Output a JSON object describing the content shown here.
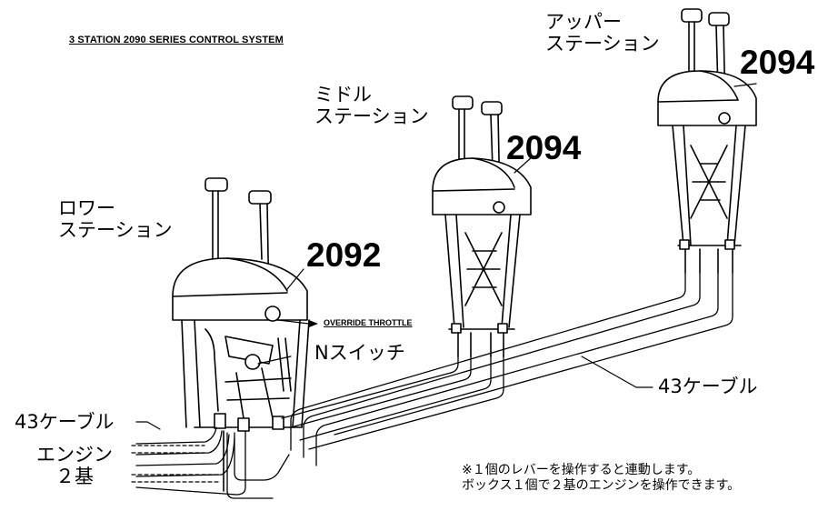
{
  "title": "3 STATION 2090 SERIES CONTROL SYSTEM",
  "stations": {
    "upper": {
      "label_line1": "アッパー",
      "label_line2": "ステーション",
      "model": "2094"
    },
    "middle": {
      "label_line1": "ミドル",
      "label_line2": "ステーション",
      "model": "2094"
    },
    "lower": {
      "label_line1": "ロワー",
      "label_line2": "ステーション",
      "model": "2092"
    }
  },
  "override_label": "OVERRIDE THROTTLE",
  "n_switch_label": "Nスイッチ",
  "cable_label_right": "43ケーブル",
  "cable_label_left": "43ケーブル",
  "engine_label_line1": "エンジン",
  "engine_label_line2": "２基",
  "notes": [
    "※１個のレバーを操作すると連動します。",
    "ボックス１個で２基のエンジンを操作できます。"
  ]
}
